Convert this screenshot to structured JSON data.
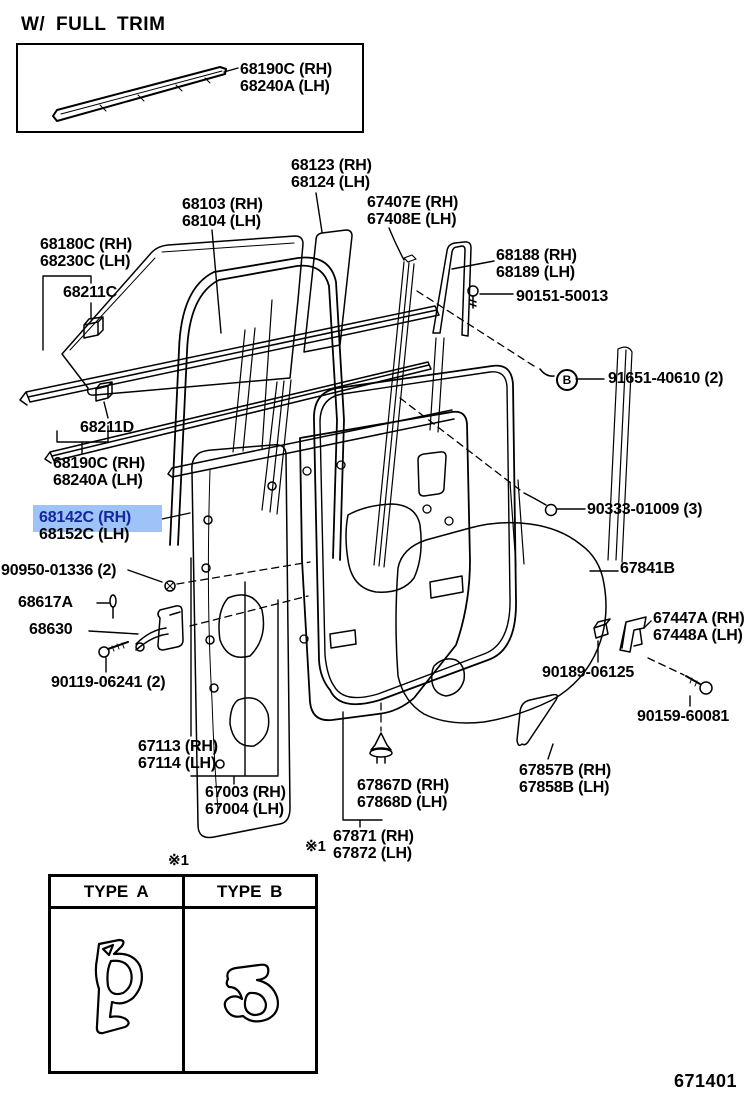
{
  "title": "W/ FULL TRIM",
  "doc_number": "671401",
  "note_symbol": "※1",
  "highlight": {
    "background": "#9dc3f8",
    "text": "#16269e"
  },
  "table": {
    "note": "※1",
    "headers": [
      "TYPE A",
      "TYPE B"
    ]
  },
  "labels": {
    "p68190_top": {
      "line1": "68190C (RH)",
      "line2": "68240A (LH)"
    },
    "p68123": {
      "line1": "68123 (RH)",
      "line2": "68124 (LH)"
    },
    "p68103": {
      "line1": "68103 (RH)",
      "line2": "68104 (LH)"
    },
    "p67407e": {
      "line1": "67407E (RH)",
      "line2": "67408E (LH)"
    },
    "p68188": {
      "line1": "68188 (RH)",
      "line2": "68189 (LH)"
    },
    "p90151": {
      "line1": "90151-50013"
    },
    "p68180c": {
      "line1": "68180C (RH)",
      "line2": "68230C (LH)"
    },
    "p68211c": {
      "line1": "68211C"
    },
    "p91651": {
      "marker": "B",
      "line1": "91651-40610 (2)"
    },
    "p68211d": {
      "line1": "68211D"
    },
    "p68190_mid": {
      "line1": "68190C (RH)",
      "line2": "68240A (LH)"
    },
    "p68142c": {
      "line1": "68142C (RH)",
      "line2": "68152C (LH)"
    },
    "p90950": {
      "line1": "90950-01336 (2)"
    },
    "p68617a": {
      "line1": "68617A"
    },
    "p68630": {
      "line1": "68630"
    },
    "p90119": {
      "line1": "90119-06241 (2)"
    },
    "p90333": {
      "line1": "90333-01009 (3)"
    },
    "p67841b": {
      "line1": "67841B"
    },
    "p67447a": {
      "line1": "67447A (RH)",
      "line2": "67448A (LH)"
    },
    "p90189": {
      "line1": "90189-06125"
    },
    "p90159": {
      "line1": "90159-60081"
    },
    "p67113": {
      "line1": "67113 (RH)",
      "line2": "67114 (LH)"
    },
    "p67003": {
      "line1": "67003 (RH)",
      "line2": "67004 (LH)"
    },
    "p67867d": {
      "line1": "67867D (RH)",
      "line2": "67868D (LH)"
    },
    "p67857b": {
      "line1": "67857B (RH)",
      "line2": "67858B (LH)"
    },
    "p67871": {
      "note": "※1",
      "line1": "67871 (RH)",
      "line2": "67872 (LH)"
    }
  }
}
